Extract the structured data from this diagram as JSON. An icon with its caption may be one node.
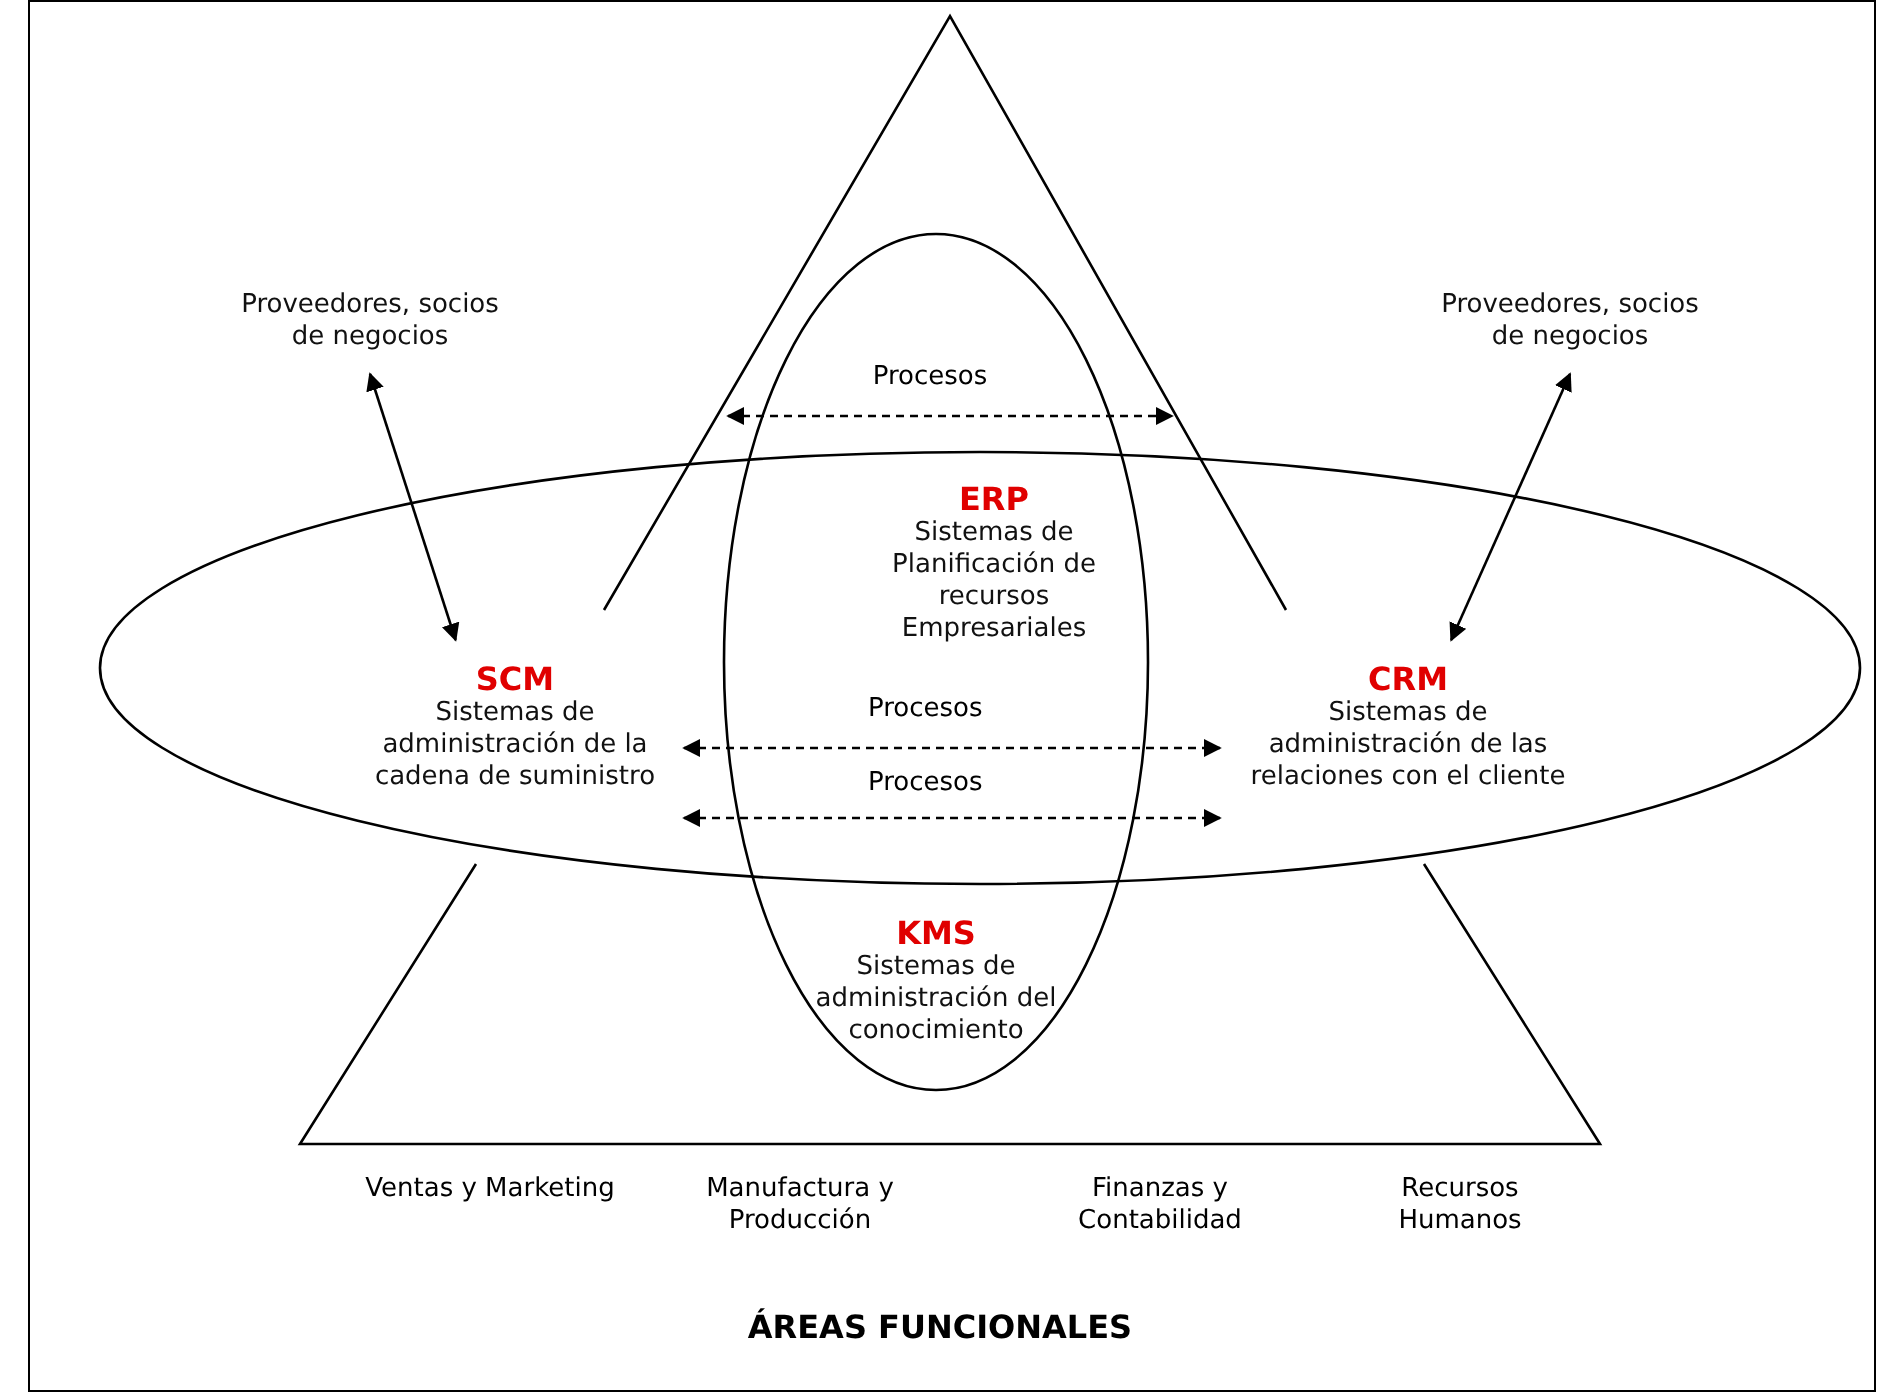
{
  "diagram": {
    "caption": "ÁREAS FUNCIONALES",
    "nodes": [
      {
        "text": [
          "Proveedores, socios de negocios"
        ]
      },
      {
        "text": [
          "SCM",
          "Sistemas de administración de la cadena de suministro"
        ]
      },
      {
        "text": [
          "Proveedores, socios de negocios"
        ]
      },
      {
        "text": [
          "CRM",
          "Sistemas de administración de las relaciones con el cliente"
        ]
      },
      {
        "text": [
          "ERP",
          "Sistemas de Planificación de recursos Empresariales"
        ]
      },
      {
        "text": [
          "KMS",
          "Sistemas de administración del conocimiento"
        ]
      }
    ],
    "edges": [
      {
        "from": 0,
        "to": 1,
        "arrow": "both"
      },
      {
        "from": 2,
        "to": 3,
        "arrow": "both"
      },
      {
        "from": 1,
        "to": 3,
        "arrow": "both",
        "style": "dashed",
        "label": "Procesos"
      },
      {
        "from": 1,
        "to": 3,
        "arrow": "both",
        "style": "dashed",
        "label": "Procesos"
      }
    ],
    "labels": [
      "Procesos",
      "Ventas y Marketing",
      "Manufactura y Producción",
      "Finanzas y Contabilidad",
      "Recursos Humanos"
    ]
  }
}
